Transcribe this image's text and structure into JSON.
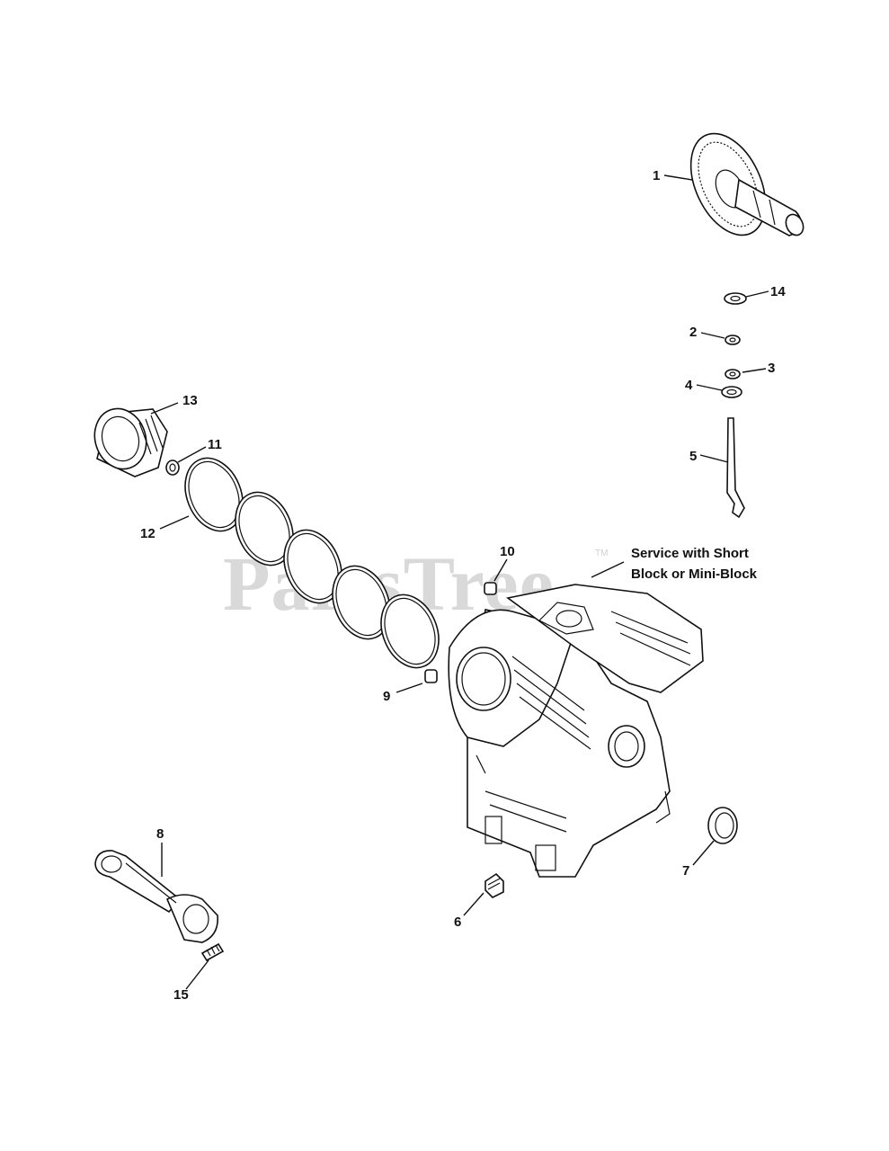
{
  "watermark": {
    "text": "PartsTree",
    "mark": "TM"
  },
  "note": {
    "line1": "Service with Short",
    "line2": "Block or Mini-Block"
  },
  "callouts": {
    "c1": "1",
    "c2": "2",
    "c3": "3",
    "c4": "4",
    "c5": "5",
    "c6": "6",
    "c7": "7",
    "c8": "8",
    "c9": "9",
    "c10": "10",
    "c11": "11",
    "c12": "12",
    "c13": "13",
    "c14": "14",
    "c15": "15"
  }
}
